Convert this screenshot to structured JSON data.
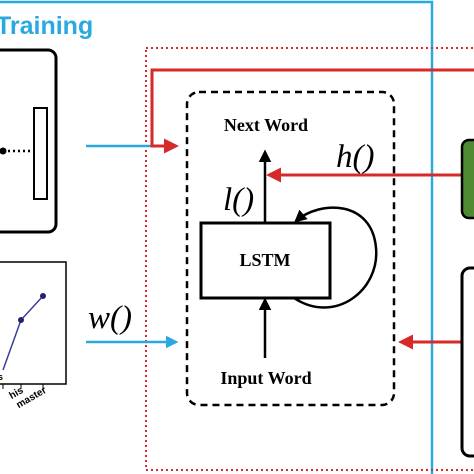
{
  "title": "Training",
  "colors": {
    "training_border": "#2aa9e0",
    "inference_border": "#d62a2a",
    "arrow_blue": "#2aa9e0",
    "arrow_red": "#d62a2a",
    "green_block": "#4e8a2f",
    "ink": "#000000"
  },
  "diagram": {
    "next_word": "Next Word",
    "input_word": "Input Word",
    "lstm": "LSTM",
    "func_h": "h()",
    "func_l": "l()",
    "func_w": "w()"
  },
  "mini_chart": {
    "tick_labels": [
      "his",
      "master"
    ]
  }
}
